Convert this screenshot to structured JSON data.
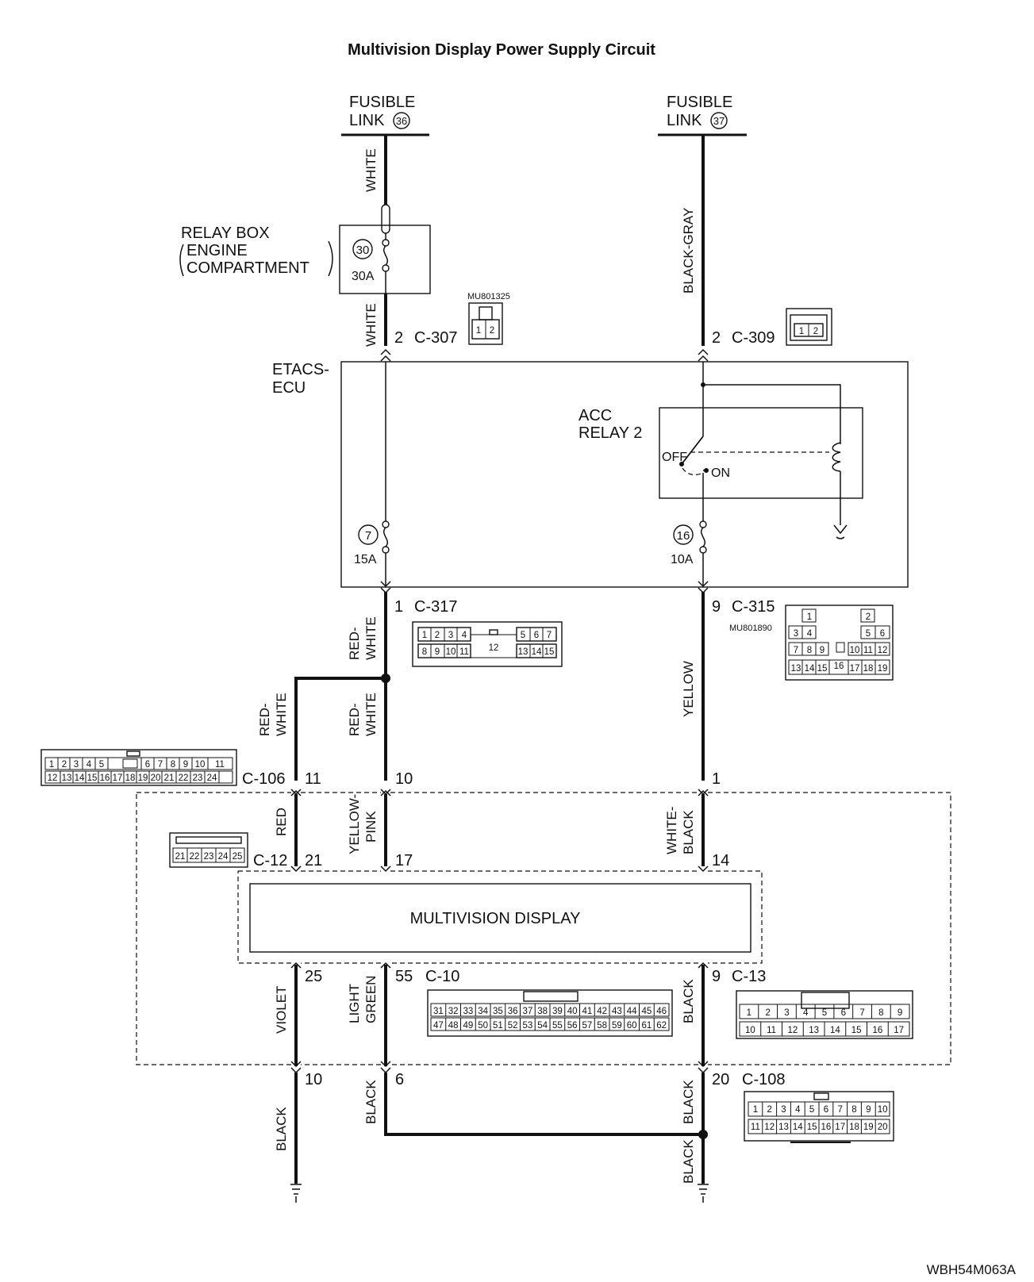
{
  "title": "Multivision Display Power Supply Circuit",
  "figure_id": "WBH54M063A",
  "fusible_link_36": {
    "line1": "FUSIBLE",
    "line2": "LINK",
    "num": "36"
  },
  "fusible_link_37": {
    "line1": "FUSIBLE",
    "line2": "LINK",
    "num": "37"
  },
  "relay_box": {
    "line1": "RELAY BOX",
    "line2": "ENGINE",
    "line3": "COMPARTMENT",
    "fuse_num": "30",
    "fuse_rating": "30A"
  },
  "etacs": {
    "line1": "ETACS-",
    "line2": "ECU"
  },
  "acc_relay": {
    "line1": "ACC",
    "line2": "RELAY 2",
    "off": "OFF",
    "on": "ON"
  },
  "fuse7": {
    "num": "7",
    "rating": "15A"
  },
  "fuse16": {
    "num": "16",
    "rating": "10A"
  },
  "display_label": "MULTIVISION DISPLAY",
  "wires": {
    "white_top": "WHITE",
    "white_bottom": "WHITE",
    "black_gray": "BLACK-GRAY",
    "red_white_a": [
      "RED-",
      "WHITE"
    ],
    "red_white_b": [
      "RED-",
      "WHITE"
    ],
    "red_white_c": [
      "RED-",
      "WHITE"
    ],
    "yellow": "YELLOW",
    "red": "RED",
    "yellow_pink": [
      "YELLOW-",
      "PINK"
    ],
    "white_black": [
      "WHITE-",
      "BLACK"
    ],
    "violet": "VIOLET",
    "light_green": [
      "LIGHT",
      "GREEN"
    ],
    "black_c13": "BLACK",
    "black_left": "BLACK",
    "black_mid": "BLACK",
    "black_right": "BLACK",
    "black_bottom": "BLACK"
  },
  "connectors": {
    "c307": {
      "pin": "2",
      "name": "C-307",
      "part": "MU801325",
      "cells": [
        "1",
        "2"
      ]
    },
    "c309": {
      "pin": "2",
      "name": "C-309",
      "cells": [
        "1",
        "2"
      ]
    },
    "c317": {
      "pin": "1",
      "name": "C-317",
      "row1": [
        "1",
        "2",
        "3",
        "4",
        "5",
        "6",
        "7"
      ],
      "row2": [
        "8",
        "9",
        "10",
        "11",
        "13",
        "14",
        "15"
      ],
      "mid": "12"
    },
    "c315": {
      "pin": "9",
      "name": "C-315",
      "part": "MU801890",
      "cells": [
        "1",
        "2",
        "3",
        "4",
        "5",
        "6",
        "7",
        "8",
        "9",
        "10",
        "11",
        "12",
        "13",
        "14",
        "15",
        "16",
        "17",
        "18",
        "19"
      ]
    },
    "c106": {
      "name": "C-106",
      "pin_a": "11",
      "pin_b": "10",
      "pin_c": "1",
      "row1": [
        "1",
        "2",
        "3",
        "4",
        "5",
        "6",
        "7",
        "8",
        "9",
        "10",
        "11"
      ],
      "row2": [
        "12",
        "13",
        "14",
        "15",
        "16",
        "17",
        "18",
        "19",
        "20",
        "21",
        "22",
        "23",
        "24"
      ]
    },
    "c12": {
      "name": "C-12",
      "pin_a": "21",
      "pin_b": "17",
      "pin_c": "14",
      "cells": [
        "21",
        "22",
        "23",
        "24",
        "25"
      ]
    },
    "c10": {
      "name": "C-10",
      "pin_a": "25",
      "pin_b": "55",
      "row1": [
        "31",
        "32",
        "33",
        "34",
        "35",
        "36",
        "37",
        "38",
        "39",
        "40",
        "41",
        "42",
        "43",
        "44",
        "45",
        "46"
      ],
      "row2": [
        "47",
        "48",
        "49",
        "50",
        "51",
        "52",
        "53",
        "54",
        "55",
        "56",
        "57",
        "58",
        "59",
        "60",
        "61",
        "62"
      ]
    },
    "c13": {
      "pin": "9",
      "name": "C-13",
      "row1": [
        "1",
        "2",
        "3",
        "4",
        "5",
        "6",
        "7",
        "8",
        "9"
      ],
      "row2": [
        "10",
        "11",
        "12",
        "13",
        "14",
        "15",
        "16",
        "17"
      ]
    },
    "c108": {
      "name": "C-108",
      "pin_a": "10",
      "pin_b": "6",
      "pin_c": "20",
      "row1": [
        "1",
        "2",
        "3",
        "4",
        "5",
        "6",
        "7",
        "8",
        "9",
        "10"
      ],
      "row2": [
        "11",
        "12",
        "13",
        "14",
        "15",
        "16",
        "17",
        "18",
        "19",
        "20"
      ]
    }
  }
}
